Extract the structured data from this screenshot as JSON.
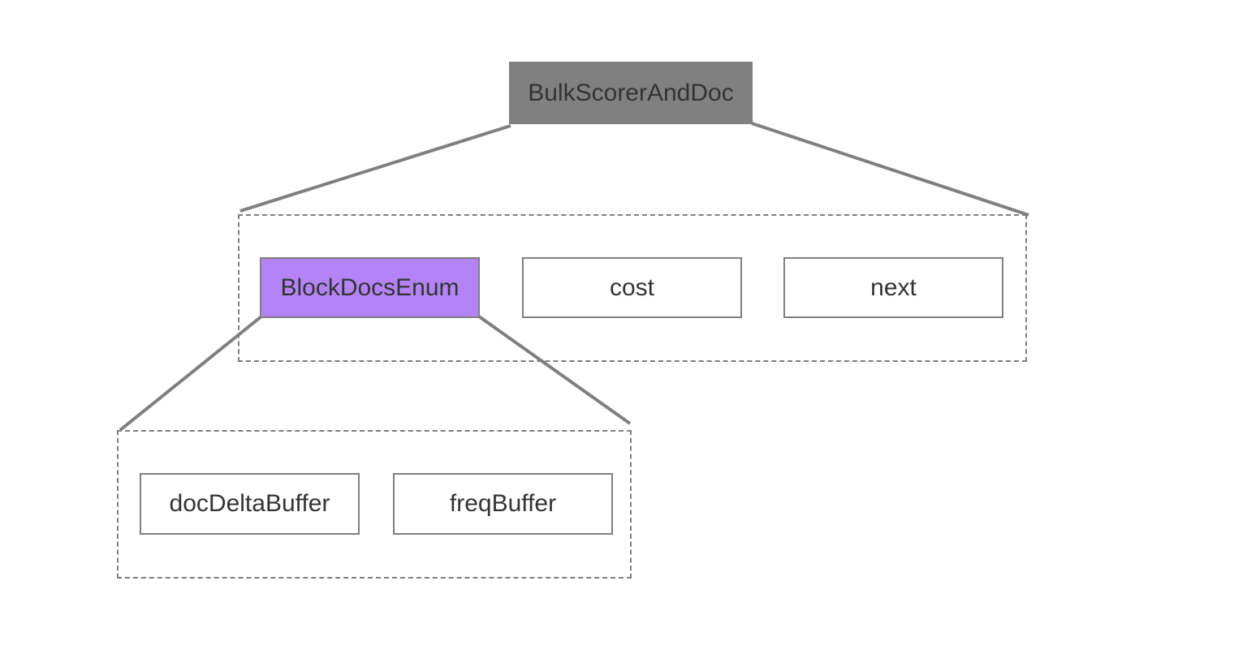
{
  "colors": {
    "root_fill": "#808080",
    "highlight_fill": "#b484f6",
    "box_fill": "#ffffff",
    "stroke": "#7f7f7f",
    "text": "#333333"
  },
  "root": {
    "label": "BulkScorerAndDoc"
  },
  "top_group": {
    "nodes": [
      {
        "label": "BlockDocsEnum",
        "highlighted": true
      },
      {
        "label": "cost",
        "highlighted": false
      },
      {
        "label": "next",
        "highlighted": false
      }
    ]
  },
  "bottom_group": {
    "parent": "BlockDocsEnum",
    "nodes": [
      {
        "label": "docDeltaBuffer"
      },
      {
        "label": "freqBuffer"
      }
    ]
  }
}
